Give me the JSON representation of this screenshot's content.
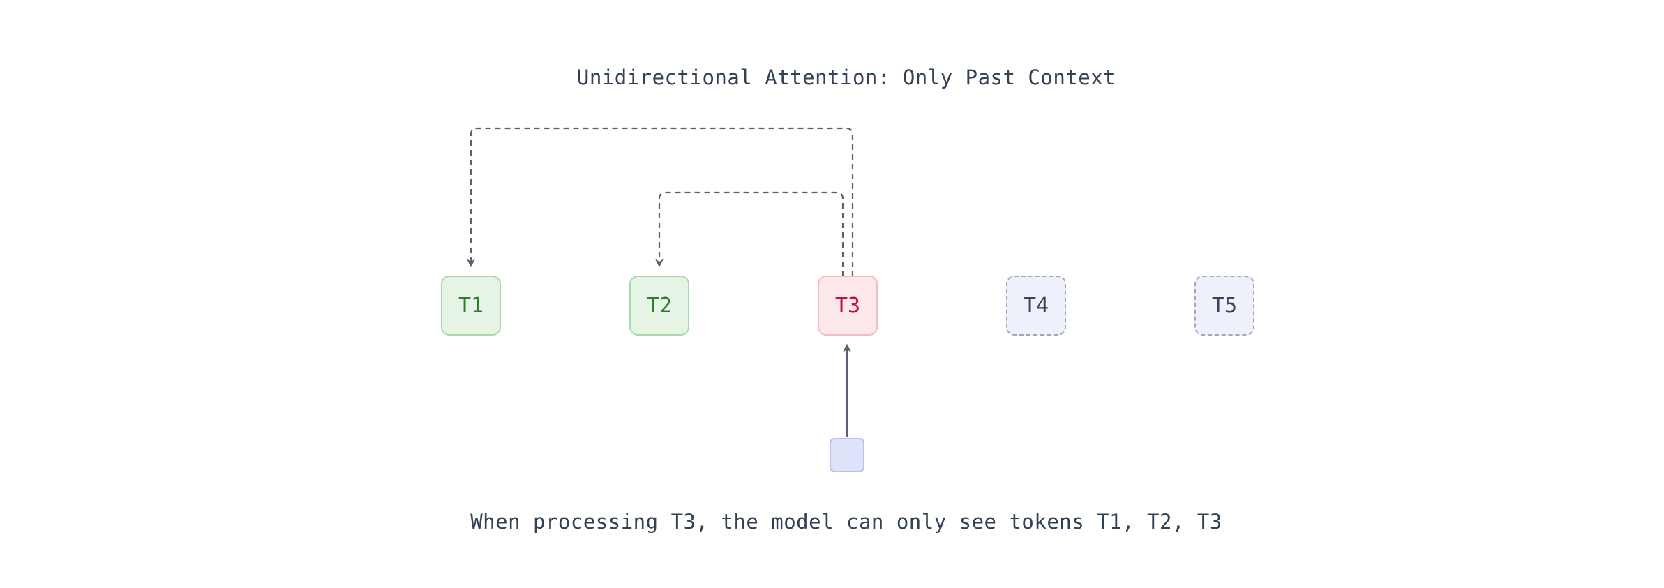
{
  "title": "Unidirectional Attention: Only Past Context",
  "caption": "When processing T3, the model can only see tokens T1, T2, T3",
  "tokens": [
    {
      "label": "T1",
      "state": "visible-past"
    },
    {
      "label": "T2",
      "state": "visible-past"
    },
    {
      "label": "T3",
      "state": "current"
    },
    {
      "label": "T4",
      "state": "masked-future"
    },
    {
      "label": "T5",
      "state": "masked-future"
    }
  ],
  "attention_edges": [
    {
      "from": "T3",
      "to": "T1",
      "style": "dashed"
    },
    {
      "from": "T3",
      "to": "T2",
      "style": "dashed"
    }
  ],
  "query_arrow": {
    "from": "query-input",
    "to": "T3",
    "style": "solid"
  },
  "colors": {
    "past_fill": "#e6f4e6",
    "past_border": "#a8d8ab",
    "past_text": "#2e7d32",
    "current_fill": "#fce8ea",
    "current_border": "#f3bcc4",
    "current_text": "#be123c",
    "future_fill": "#eef1fa",
    "future_border": "#9fa8c0",
    "future_text": "#3a4357",
    "query_fill": "#dfe3f9",
    "query_border": "#b9c1ee",
    "arrow": "#596273",
    "text": "#334155",
    "background": "#ffffff"
  }
}
